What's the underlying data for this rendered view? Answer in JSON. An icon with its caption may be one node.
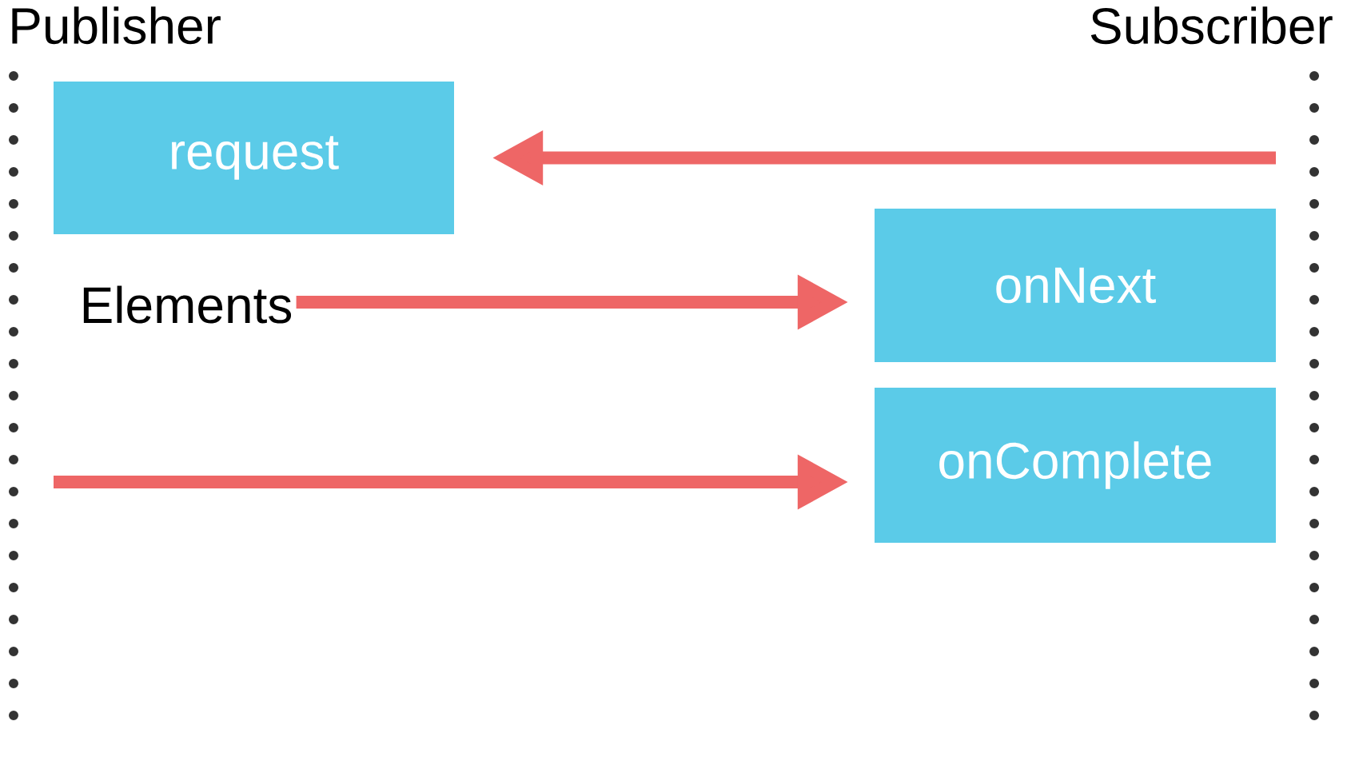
{
  "diagram": {
    "nodes": [
      {
        "text": [
          "request"
        ]
      },
      {
        "text": [
          "Elements"
        ]
      },
      {
        "text": [
          "onNext"
        ]
      },
      {
        "text": [
          "onComplete"
        ]
      }
    ],
    "edges": [
      {
        "from": null,
        "to": 0,
        "arrow": "to"
      },
      {
        "from": 1,
        "to": 2,
        "arrow": "to"
      },
      {
        "from": null,
        "to": 3,
        "arrow": "to"
      }
    ],
    "labels": [
      "Publisher",
      "Subscriber"
    ]
  }
}
